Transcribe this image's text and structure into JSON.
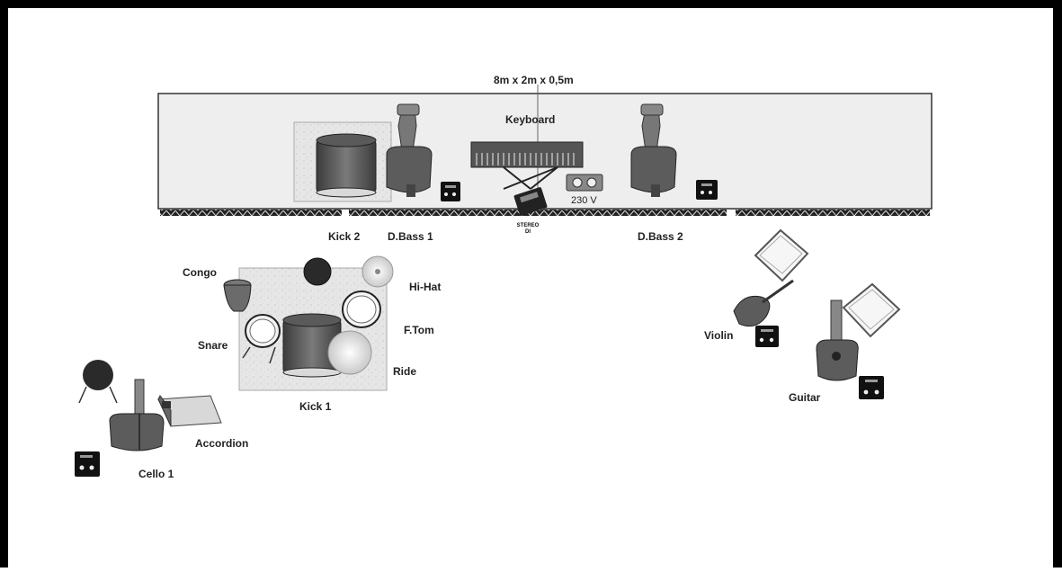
{
  "stage": {
    "dimensions": "8m x 2m x 0,5m"
  },
  "labels": {
    "keyboard": "Keyboard",
    "power": "230 V",
    "stereo_di_line1": "STEREO",
    "stereo_di_line2": "DI",
    "kick2": "Kick 2",
    "dbass1": "D.Bass 1",
    "dbass2": "D.Bass 2",
    "congo": "Congo",
    "hihat": "Hi-Hat",
    "ftom": "F.Tom",
    "snare": "Snare",
    "ride": "Ride",
    "kick1": "Kick 1",
    "accordion": "Accordion",
    "cello1": "Cello 1",
    "violin": "Violin",
    "guitar": "Guitar"
  },
  "colors": {
    "frame": "#000000",
    "stage": "#eeeeee",
    "riser": "#e3e3e3",
    "instrument": "#5c5c5c",
    "dark": "#2a2a2a"
  }
}
